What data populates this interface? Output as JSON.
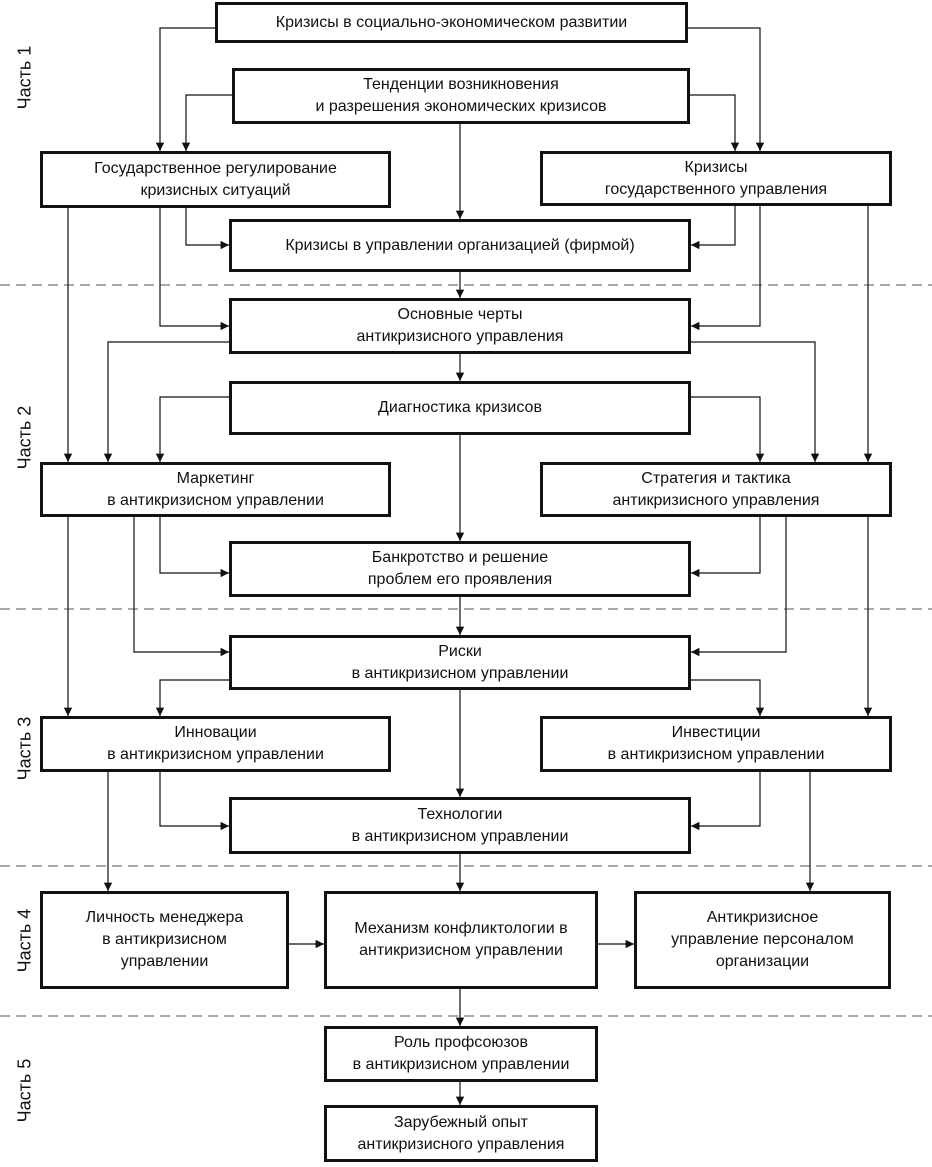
{
  "parts": [
    "Часть 1",
    "Часть 2",
    "Часть 3",
    "Часть 4",
    "Часть 5"
  ],
  "boxes": {
    "crises_socio_economic": [
      "Кризисы в социально-экономическом развитии"
    ],
    "tendencies": [
      "Тенденции возникновения",
      "и разрешения экономических кризисов"
    ],
    "state_regulation": [
      "Государственное регулирование",
      "кризисных ситуаций"
    ],
    "state_management_crises": [
      "Кризисы",
      "государственного управления"
    ],
    "org_management_crises": [
      "Кризисы в управлении организацией (фирмой)"
    ],
    "main_features": [
      "Основные черты",
      "антикризисного управления"
    ],
    "diagnostics": [
      "Диагностика кризисов"
    ],
    "marketing": [
      "Маркетинг",
      "в антикризисном управлении"
    ],
    "strategy": [
      "Стратегия и тактика",
      "антикризисного управления"
    ],
    "bankruptcy": [
      "Банкротство и решение",
      "проблем его проявления"
    ],
    "risks": [
      "Риски",
      "в антикризисном управлении"
    ],
    "innovations": [
      "Инновации",
      "в антикризисном управлении"
    ],
    "investments": [
      "Инвестиции",
      "в антикризисном управлении"
    ],
    "technologies": [
      "Технологии",
      "в антикризисном управлении"
    ],
    "manager_personality": [
      "Личность менеджера",
      "в антикризисном",
      "управлении"
    ],
    "conflictology": [
      "Механизм конфликтологии в",
      "антикризисном управлении"
    ],
    "personnel_management": [
      "Антикризисное",
      "управление персоналом",
      "организации"
    ],
    "trade_unions": [
      "Роль профсоюзов",
      "в антикризисном управлении"
    ],
    "foreign_experience": [
      "Зарубежный опыт",
      "антикризисного управления"
    ]
  }
}
